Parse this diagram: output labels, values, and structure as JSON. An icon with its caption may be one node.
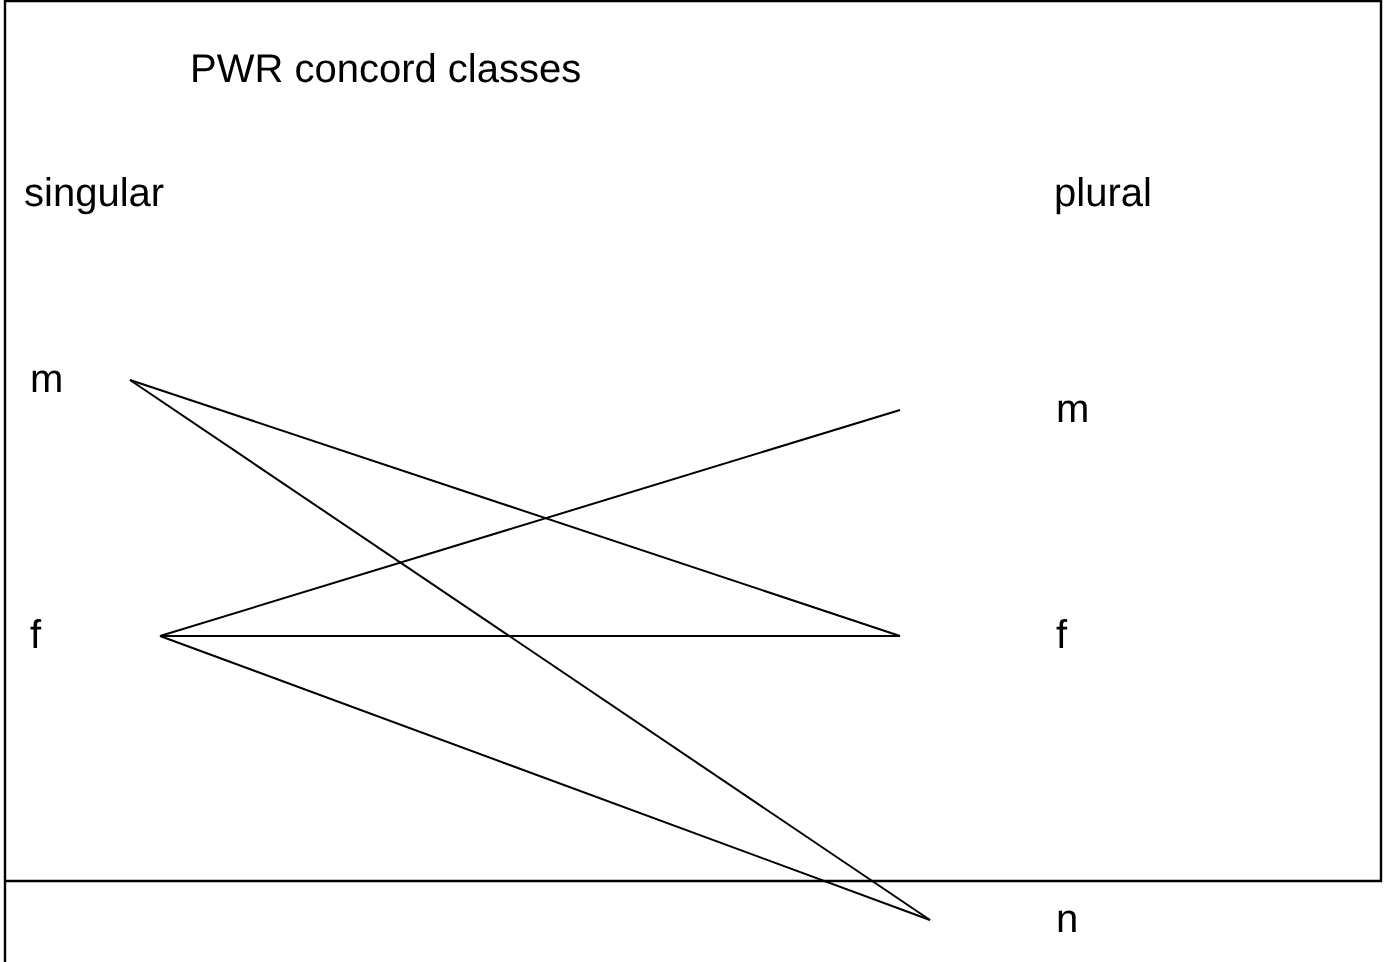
{
  "diagram": {
    "title": "PWR concord classes",
    "nodes": [
      {
        "text": [
          "m"
        ]
      },
      {
        "text": [
          "f"
        ]
      },
      {
        "text": [
          "m"
        ]
      },
      {
        "text": [
          "f"
        ]
      },
      {
        "text": [
          "n"
        ]
      }
    ],
    "edges": [
      {
        "from": 0,
        "to": 3,
        "arrow": "none"
      },
      {
        "from": 0,
        "to": 4,
        "arrow": "none"
      },
      {
        "from": 1,
        "to": 2,
        "arrow": "none"
      },
      {
        "from": 1,
        "to": 3,
        "arrow": "none"
      },
      {
        "from": 1,
        "to": 4,
        "arrow": "none"
      }
    ],
    "labels": [
      "singular",
      "plural"
    ]
  }
}
